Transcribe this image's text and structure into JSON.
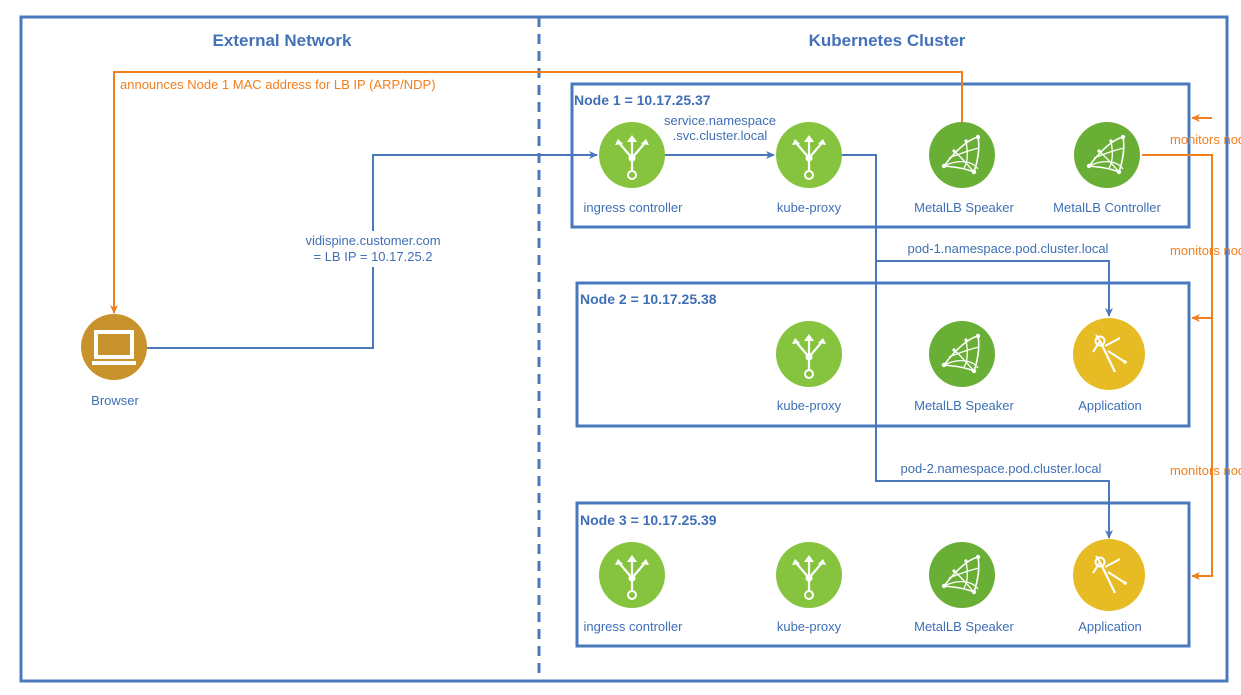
{
  "regions": {
    "external": "External Network",
    "cluster": "Kubernetes Cluster"
  },
  "nodes": {
    "node1": "Node 1 = 10.17.25.37",
    "node2": "Node 2 = 10.17.25.38",
    "node3": "Node 3 = 10.17.25.39"
  },
  "components": {
    "ingress": "ingress controller",
    "kube_proxy": "kube-proxy",
    "speaker": "MetalLB Speaker",
    "controller": "MetalLB Controller",
    "application": "Application",
    "browser": "Browser"
  },
  "edges": {
    "arp": "announces Node 1 MAC address for LB IP (ARP/NDP)",
    "dns_line1": "vidispine.customer.com",
    "dns_line2": "= LB IP = 10.17.25.2",
    "svc_line1": "service.namespace",
    "svc_line2": ".svc.cluster.local",
    "pod1": "pod-1.namespace.pod.cluster.local",
    "pod2": "pod-2.namespace.pod.cluster.local",
    "monitors": "monitors nodes"
  },
  "colors": {
    "frame_blue": "#4a78bd",
    "edge_blue": "#4a78bd",
    "edge_orange": "#f07f1e",
    "k8s_green": "#86c440",
    "metallb_green": "#6aaf35",
    "app_yellow": "#e7bb23",
    "browser_gold": "#c8922d"
  },
  "icons": {
    "ingress": "network-fork-icon",
    "kube_proxy": "network-fork-icon",
    "speaker": "metallb-sail-icon",
    "controller": "metallb-sail-icon",
    "application": "drafting-compass-icon",
    "browser": "monitor-icon"
  }
}
